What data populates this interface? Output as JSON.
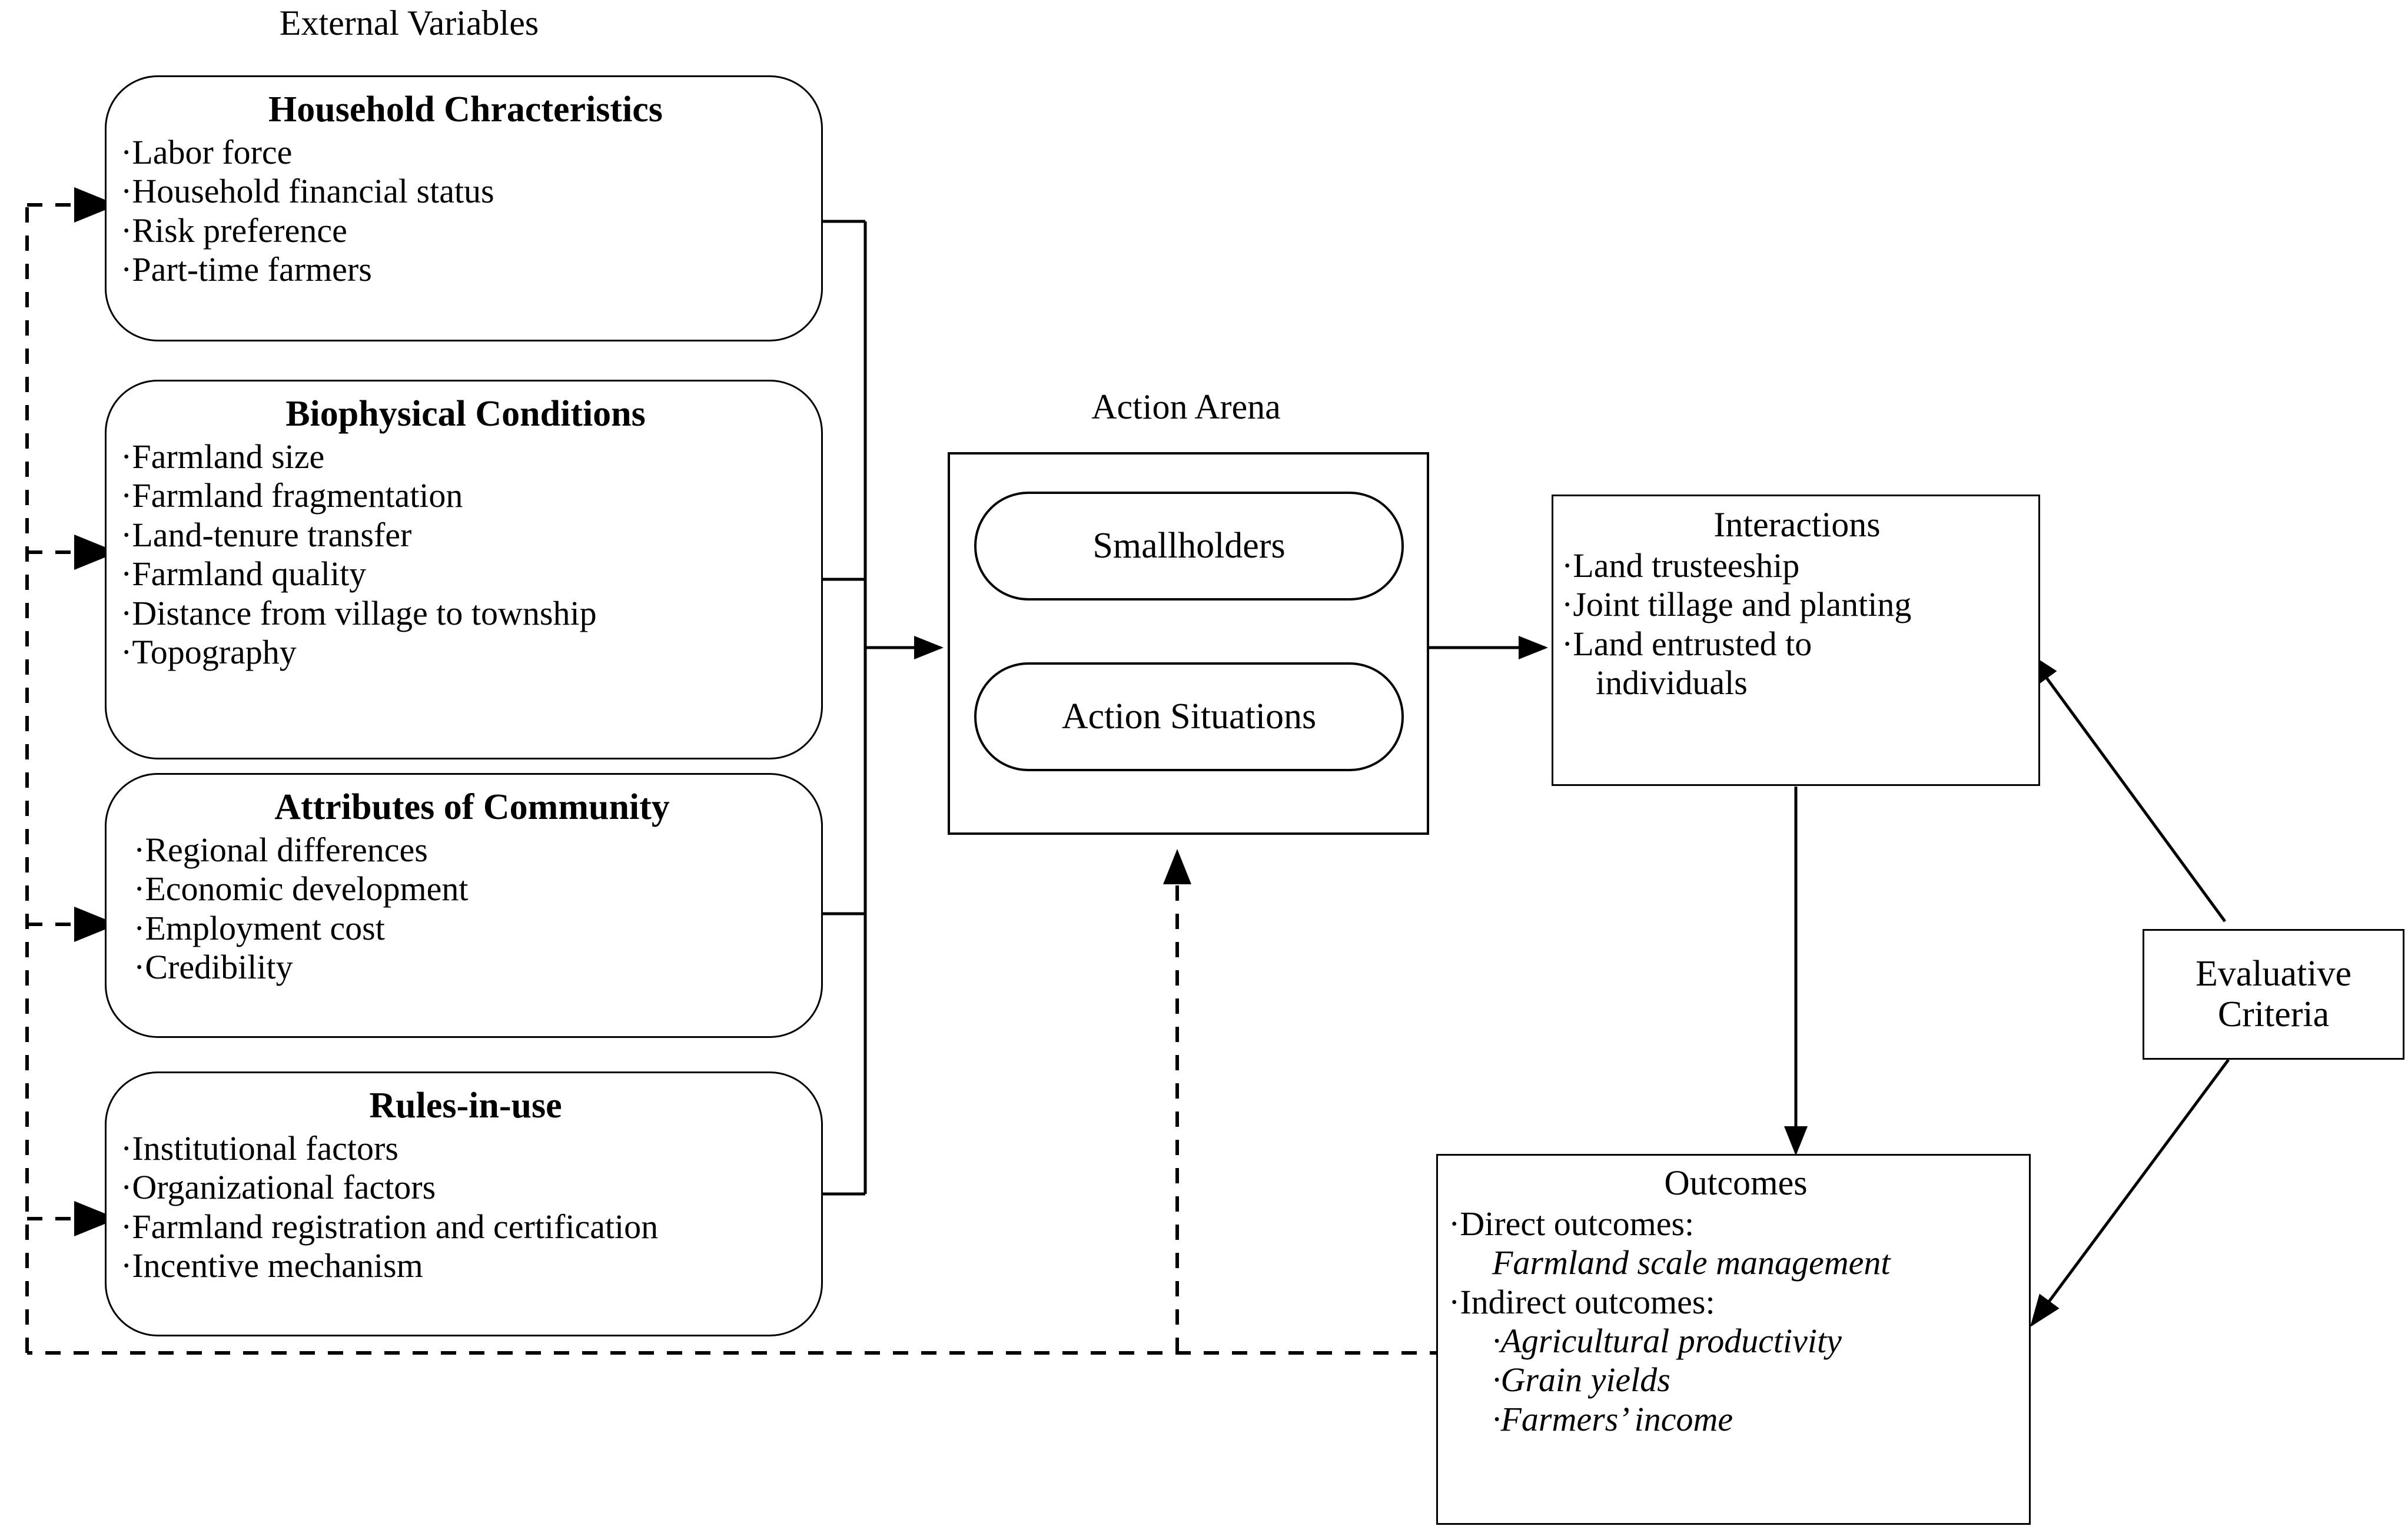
{
  "diagram": {
    "title_external": "External Variables",
    "title_action_arena": "Action Arena",
    "colors": {
      "stroke": "#000000",
      "background": "#ffffff",
      "dashed_stroke": "#000000"
    },
    "groups": {
      "external_variables": {
        "label": "External Variables",
        "boxes": [
          {
            "id": "household-characteristics",
            "title": "Household Chracteristics",
            "items": [
              "·Labor force",
              "·Household financial status",
              "·Risk preference",
              "·Part-time farmers"
            ]
          },
          {
            "id": "biophysical-conditions",
            "title": "Biophysical Conditions",
            "items": [
              "·Farmland size",
              "·Farmland fragmentation",
              "·Land-tenure transfer",
              "·Farmland quality",
              "·Distance from village to township",
              "·Topography"
            ]
          },
          {
            "id": "attributes-of-community",
            "title": "Attributes of Community",
            "items": [
              "·Regional differences",
              "·Economic development",
              "·Employment cost",
              "·Credibility"
            ]
          },
          {
            "id": "rules-in-use",
            "title": "Rules-in-use",
            "items": [
              "·Institutional factors",
              "·Organizational factors",
              "·Farmland registration and certification",
              "·Incentive mechanism"
            ]
          }
        ]
      },
      "action_arena": {
        "label": "Action Arena",
        "boxes": [
          {
            "id": "smallholders",
            "title": "Smallholders"
          },
          {
            "id": "action-situations",
            "title": "Action Situations"
          }
        ]
      }
    },
    "interactions": {
      "title": "Interactions",
      "items": [
        "·Land trusteeship",
        "·Joint tillage and planting",
        "·Land entrusted to",
        "individuals"
      ]
    },
    "outcomes": {
      "title": "Outcomes",
      "items": [
        {
          "text": "·Direct outcomes:",
          "style": "normal",
          "indent": 0
        },
        {
          "text": "Farmland scale management",
          "style": "italic",
          "indent": 1
        },
        {
          "text": "·Indirect outcomes:",
          "style": "normal",
          "indent": 0
        },
        {
          "text": "·Agricultural productivity",
          "style": "italic",
          "indent": 1
        },
        {
          "text": "·Grain yields",
          "style": "italic",
          "indent": 1
        },
        {
          "text": "·Farmers’ income",
          "style": "italic",
          "indent": 1
        }
      ]
    },
    "evaluative_criteria": {
      "title_line1": "Evaluative",
      "title_line2": "Criteria"
    },
    "connectors": [
      {
        "id": "external-bracket-to-action-arena",
        "style": "solid",
        "arrow": true
      },
      {
        "id": "action-arena-to-interactions",
        "style": "solid",
        "arrow": true
      },
      {
        "id": "smallholders-to-action-situations",
        "style": "solid",
        "arrow": true
      },
      {
        "id": "action-situations-to-smallholders",
        "style": "solid",
        "arrow": true
      },
      {
        "id": "interactions-to-outcomes",
        "style": "solid",
        "arrow": true
      },
      {
        "id": "interactions-to-evaluative-criteria",
        "style": "solid",
        "arrow": true
      },
      {
        "id": "evaluative-criteria-to-outcomes",
        "style": "solid",
        "arrow": true
      },
      {
        "id": "outcomes-feedback-to-external-variables",
        "style": "dashed",
        "arrow": true
      },
      {
        "id": "outcomes-feedback-to-action-arena",
        "style": "dashed",
        "arrow": true
      }
    ]
  }
}
